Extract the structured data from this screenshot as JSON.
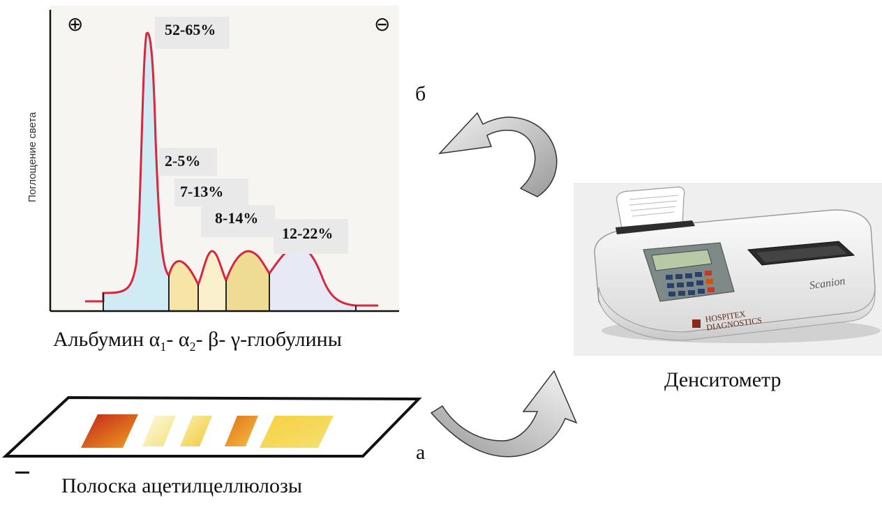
{
  "chart": {
    "y_axis_label": "Поглощение света",
    "plus_symbol": "⊕",
    "minus_symbol": "⊖",
    "fractions": [
      {
        "value": "52-65%"
      },
      {
        "value": "2-5%"
      },
      {
        "value": "7-13%"
      },
      {
        "value": "8-14%"
      },
      {
        "value": "12-22%"
      }
    ],
    "colors": {
      "curve": "#d8263f",
      "albumin_fill": "#cdeaf3",
      "alpha_fill": "#f6e3a0",
      "beta_fill": "#ecd88a",
      "gamma_fill": "#e6e8f4",
      "background": "#f7f5f2"
    }
  },
  "captions": {
    "fractions_row": {
      "prefix": "Альбумин α",
      "a1_sub": "1",
      "mid1": "- α",
      "a2_sub": "2",
      "suffix": "- β- γ-глобулины"
    },
    "densitometer": "Денситометр",
    "strip": "Полоска ацетилцеллюлозы"
  },
  "letters": {
    "a": "а",
    "b": "б"
  },
  "device": {
    "brand_line1": "HOSPITEX",
    "brand_line2": "DIAGNOSTICS",
    "model": "Scanion"
  }
}
